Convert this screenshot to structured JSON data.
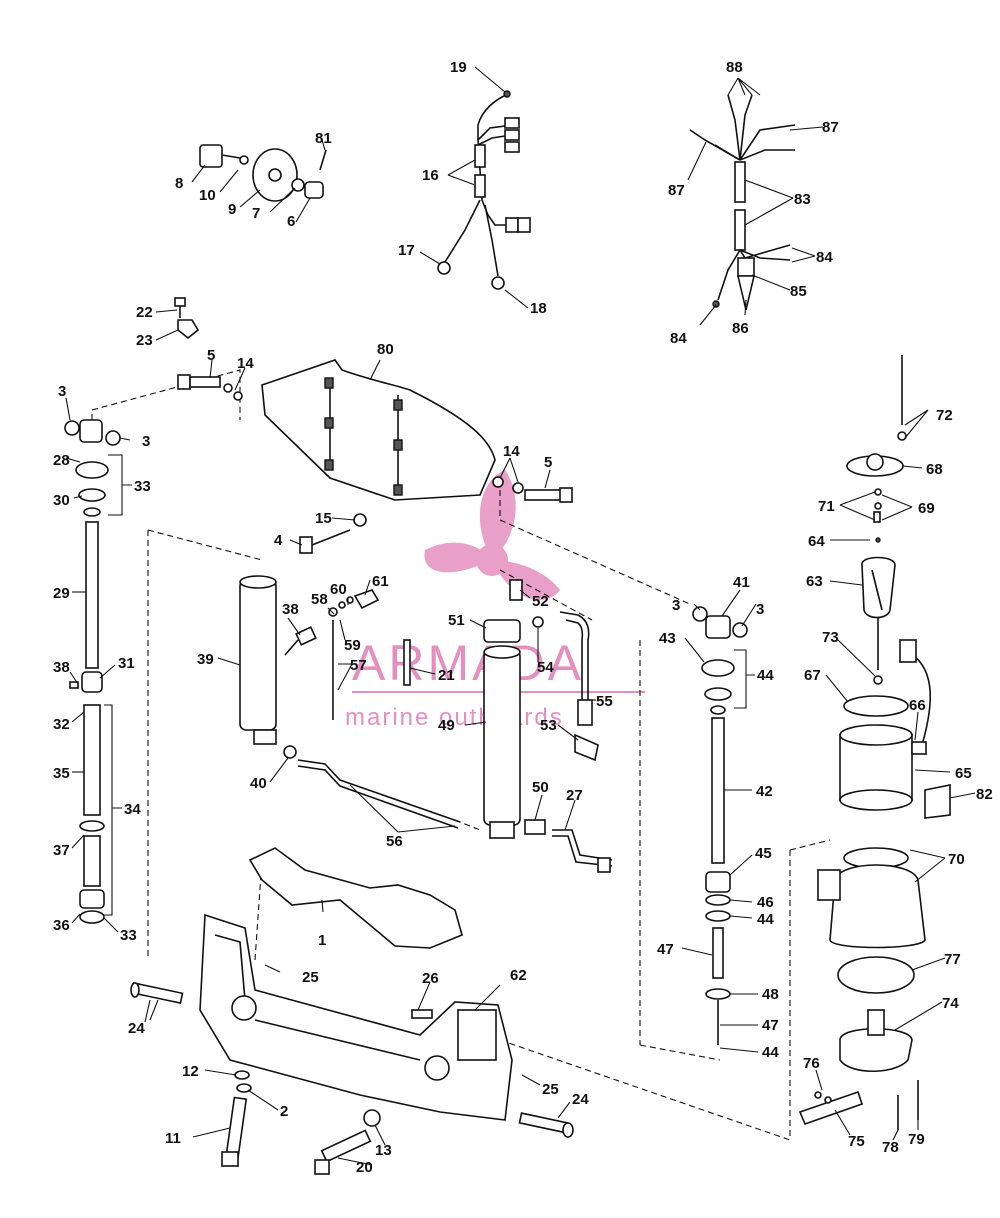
{
  "watermark": {
    "title": "ARMADA",
    "subtitle": "marine outboards",
    "color": "#e58fbf"
  },
  "callouts": [
    {
      "id": "c1",
      "label": "1"
    },
    {
      "id": "c2",
      "label": "2"
    },
    {
      "id": "c3a",
      "label": "3"
    },
    {
      "id": "c3b",
      "label": "3"
    },
    {
      "id": "c3c",
      "label": "3"
    },
    {
      "id": "c3d",
      "label": "3"
    },
    {
      "id": "c4",
      "label": "4"
    },
    {
      "id": "c5a",
      "label": "5"
    },
    {
      "id": "c5b",
      "label": "5"
    },
    {
      "id": "c6",
      "label": "6"
    },
    {
      "id": "c7",
      "label": "7"
    },
    {
      "id": "c8",
      "label": "8"
    },
    {
      "id": "c9",
      "label": "9"
    },
    {
      "id": "c10",
      "label": "10"
    },
    {
      "id": "c11",
      "label": "11"
    },
    {
      "id": "c12",
      "label": "12"
    },
    {
      "id": "c13",
      "label": "13"
    },
    {
      "id": "c14a",
      "label": "14"
    },
    {
      "id": "c14b",
      "label": "14"
    },
    {
      "id": "c15",
      "label": "15"
    },
    {
      "id": "c16",
      "label": "16"
    },
    {
      "id": "c17",
      "label": "17"
    },
    {
      "id": "c18",
      "label": "18"
    },
    {
      "id": "c19",
      "label": "19"
    },
    {
      "id": "c20",
      "label": "20"
    },
    {
      "id": "c21",
      "label": "21"
    },
    {
      "id": "c22",
      "label": "22"
    },
    {
      "id": "c23",
      "label": "23"
    },
    {
      "id": "c24a",
      "label": "24"
    },
    {
      "id": "c24b",
      "label": "24"
    },
    {
      "id": "c25a",
      "label": "25"
    },
    {
      "id": "c25b",
      "label": "25"
    },
    {
      "id": "c26",
      "label": "26"
    },
    {
      "id": "c27",
      "label": "27"
    },
    {
      "id": "c28",
      "label": "28"
    },
    {
      "id": "c29",
      "label": "29"
    },
    {
      "id": "c30",
      "label": "30"
    },
    {
      "id": "c31",
      "label": "31"
    },
    {
      "id": "c32",
      "label": "32"
    },
    {
      "id": "c33a",
      "label": "33"
    },
    {
      "id": "c33b",
      "label": "33"
    },
    {
      "id": "c34",
      "label": "34"
    },
    {
      "id": "c35",
      "label": "35"
    },
    {
      "id": "c36",
      "label": "36"
    },
    {
      "id": "c37",
      "label": "37"
    },
    {
      "id": "c38a",
      "label": "38"
    },
    {
      "id": "c38b",
      "label": "38"
    },
    {
      "id": "c39",
      "label": "39"
    },
    {
      "id": "c40",
      "label": "40"
    },
    {
      "id": "c41",
      "label": "41"
    },
    {
      "id": "c42",
      "label": "42"
    },
    {
      "id": "c43",
      "label": "43"
    },
    {
      "id": "c44a",
      "label": "44"
    },
    {
      "id": "c44b",
      "label": "44"
    },
    {
      "id": "c44c",
      "label": "44"
    },
    {
      "id": "c45",
      "label": "45"
    },
    {
      "id": "c46",
      "label": "46"
    },
    {
      "id": "c47a",
      "label": "47"
    },
    {
      "id": "c47b",
      "label": "47"
    },
    {
      "id": "c48",
      "label": "48"
    },
    {
      "id": "c49",
      "label": "49"
    },
    {
      "id": "c50",
      "label": "50"
    },
    {
      "id": "c51",
      "label": "51"
    },
    {
      "id": "c52",
      "label": "52"
    },
    {
      "id": "c53",
      "label": "53"
    },
    {
      "id": "c54",
      "label": "54"
    },
    {
      "id": "c55",
      "label": "55"
    },
    {
      "id": "c56",
      "label": "56"
    },
    {
      "id": "c57",
      "label": "57"
    },
    {
      "id": "c58",
      "label": "58"
    },
    {
      "id": "c59",
      "label": "59"
    },
    {
      "id": "c60",
      "label": "60"
    },
    {
      "id": "c61",
      "label": "61"
    },
    {
      "id": "c62",
      "label": "62"
    },
    {
      "id": "c63",
      "label": "63"
    },
    {
      "id": "c64",
      "label": "64"
    },
    {
      "id": "c65",
      "label": "65"
    },
    {
      "id": "c66",
      "label": "66"
    },
    {
      "id": "c67",
      "label": "67"
    },
    {
      "id": "c68",
      "label": "68"
    },
    {
      "id": "c69",
      "label": "69"
    },
    {
      "id": "c70",
      "label": "70"
    },
    {
      "id": "c71",
      "label": "71"
    },
    {
      "id": "c72",
      "label": "72"
    },
    {
      "id": "c73",
      "label": "73"
    },
    {
      "id": "c74",
      "label": "74"
    },
    {
      "id": "c75",
      "label": "75"
    },
    {
      "id": "c76",
      "label": "76"
    },
    {
      "id": "c77",
      "label": "77"
    },
    {
      "id": "c78",
      "label": "78"
    },
    {
      "id": "c79",
      "label": "79"
    },
    {
      "id": "c80",
      "label": "80"
    },
    {
      "id": "c81",
      "label": "81"
    },
    {
      "id": "c82",
      "label": "82"
    },
    {
      "id": "c83",
      "label": "83"
    },
    {
      "id": "c84a",
      "label": "84"
    },
    {
      "id": "c84b",
      "label": "84"
    },
    {
      "id": "c85",
      "label": "85"
    },
    {
      "id": "c86",
      "label": "86"
    },
    {
      "id": "c87a",
      "label": "87"
    },
    {
      "id": "c87b",
      "label": "87"
    },
    {
      "id": "c88",
      "label": "88"
    }
  ]
}
